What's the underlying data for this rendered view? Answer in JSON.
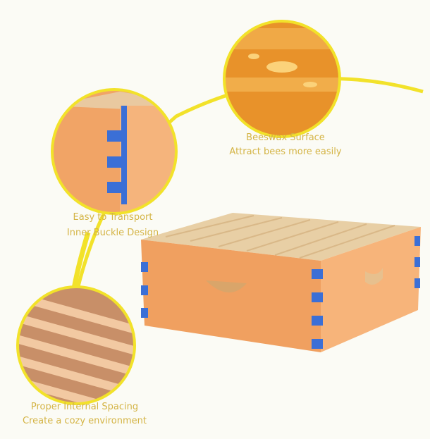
{
  "captions": {
    "beeswax": {
      "title": "Beeswax Surface",
      "subtitle": "Attract bees more easily"
    },
    "transport": {
      "title": "Easy to Transport",
      "subtitle": "Inner Buckle Design"
    },
    "spacing": {
      "title": "Proper Internal Spacing",
      "subtitle": "Create a cozy environment"
    }
  },
  "colors": {
    "wood": "#f0a060",
    "joint": "#3b6fd6",
    "caption": "#d4b445",
    "arc": "#f2e22a"
  }
}
